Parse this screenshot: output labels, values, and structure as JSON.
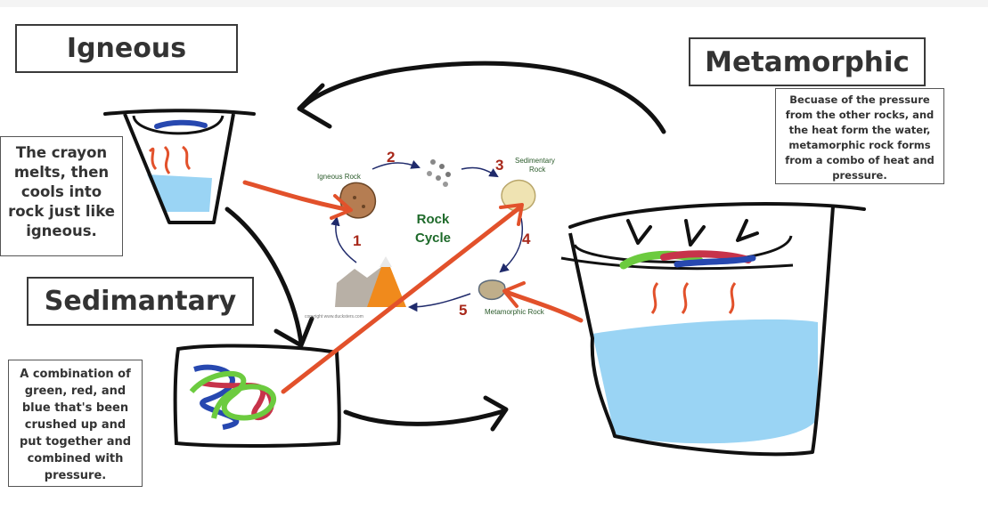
{
  "labels": {
    "igneous": "Igneous",
    "metamorphic": "Metamorphic",
    "sedimentary": "Sedimantary"
  },
  "notes": {
    "igneous": "The crayon melts, then cools into rock just like igneous.",
    "sedimentary": "A combination of green, red, and blue that's been crushed up and put together and combined with pressure.",
    "metamorphic": "Becuase of the pressure from the other rocks, and the heat form the water, metamorphic rock forms from a combo of heat and pressure."
  },
  "cycle": {
    "title_line1": "Rock",
    "title_line2": "Cycle",
    "igneous_rock": "Igneous Rock",
    "sedimentary_rock_line1": "Sedimentary",
    "sedimentary_rock_line2": "Rock",
    "metamorphic_rock": "Metamorphic Rock",
    "copyright": "copyright www.ducksters.com",
    "steps": [
      "1",
      "2",
      "3",
      "4",
      "5"
    ]
  },
  "colors": {
    "arrow_orange": "#e2512b",
    "water_blue": "#9ad4f4",
    "crayon_green": "#6ccb3f",
    "crayon_red": "#c7334a",
    "crayon_blue": "#2748b0",
    "step_red": "#a8281a",
    "cycle_navy": "#1f2a6b",
    "cycle_title_green": "#1e6a2a"
  }
}
